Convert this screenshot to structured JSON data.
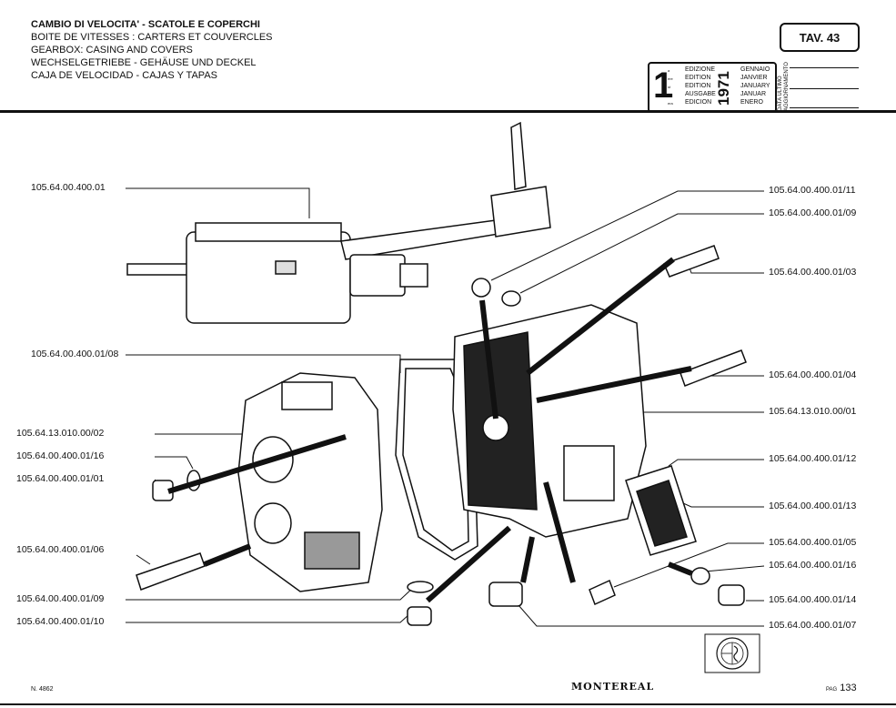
{
  "header": {
    "lines": [
      "CAMBIO DI VELOCITA' - SCATOLE E COPERCHI",
      "BOITE DE VITESSES : CARTERS ET COUVERCLES",
      "GEARBOX: CASING AND COVERS",
      "WECHSELGETRIEBE - GEHÄUSE UND DECKEL",
      "CAJA DE VELOCIDAD - CAJAS Y TAPAS"
    ],
    "plate": "TAV. 43"
  },
  "edition": {
    "number": "1",
    "ordinals": [
      "a",
      "ère",
      "st",
      "te",
      "era"
    ],
    "labels": [
      "EDIZIONE",
      "EDITION",
      "EDITION",
      "AUSGABE",
      "EDICION"
    ],
    "year": "1971",
    "months": [
      "GENNAIO",
      "JANVIER",
      "JANUARY",
      "JANUAR",
      "ENERO"
    ],
    "update_label_1": "DATA ULTIMO",
    "update_label_2": "AGGIORNAMENTO"
  },
  "labels_left": [
    "105.64.00.400.01",
    "105.64.00.400.01/08",
    "105.64.13.010.00/02",
    "105.64.00.400.01/16",
    "105.64.00.400.01/01",
    "105.64.00.400.01/06",
    "105.64.00.400.01/09",
    "105.64.00.400.01/10"
  ],
  "labels_right": [
    "105.64.00.400.01/11",
    "105.64.00.400.01/09",
    "105.64.00.400.01/03",
    "105.64.00.400.01/04",
    "105.64.13.010.00/01",
    "105.64.00.400.01/12",
    "105.64.00.400.01/13",
    "105.64.00.400.01/05",
    "105.64.00.400.01/16",
    "105.64.00.400.01/14",
    "105.64.00.400.01/07"
  ],
  "footer": {
    "number": "N. 4862",
    "brand": "MONTEREAL",
    "page_prefix": "PAG",
    "page": "133"
  }
}
